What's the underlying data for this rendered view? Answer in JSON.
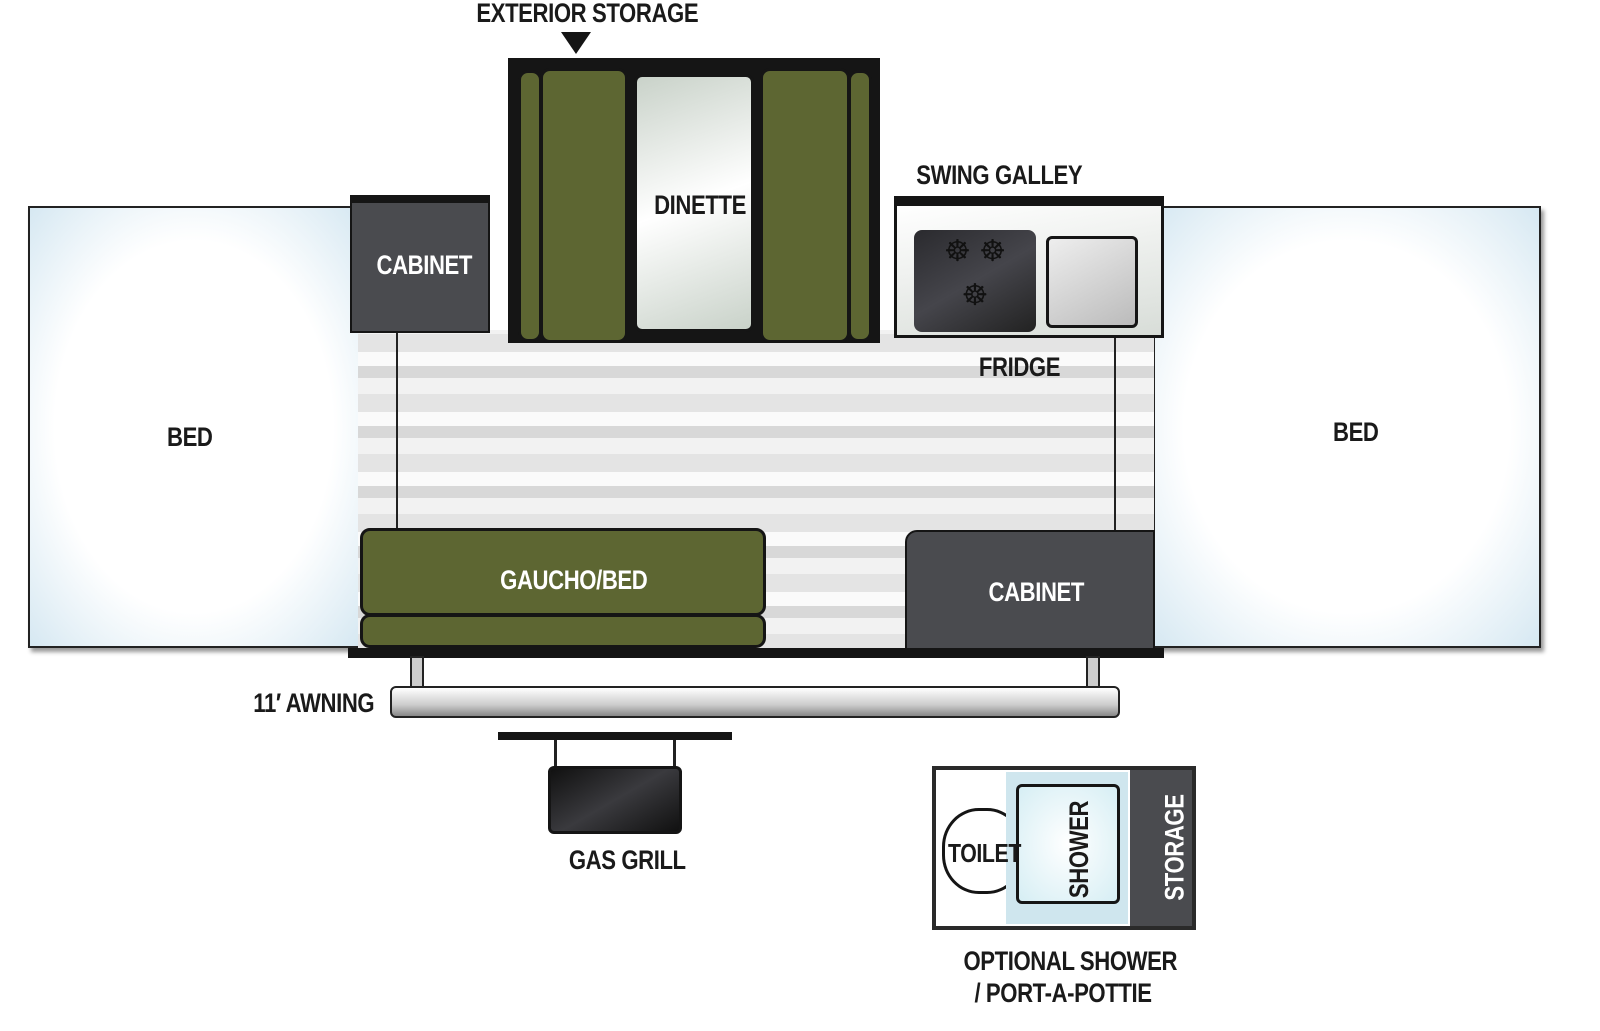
{
  "labels": {
    "exterior_storage": "EXTERIOR STORAGE",
    "dinette": "DINETTE",
    "cabinet_top": "CABINET",
    "swing_galley": "SWING GALLEY",
    "fridge": "FRIDGE",
    "bed_left": "BED",
    "bed_right": "BED",
    "gaucho": "GAUCHO/BED",
    "cabinet_bottom": "CABINET",
    "awning": "11′ AWNING",
    "gas_grill": "GAS GRILL",
    "toilet": "TOILET",
    "shower": "SHOWER",
    "storage": "STORAGE",
    "optional_1": "OPTIONAL SHOWER",
    "optional_2": "/ PORT-A-POTTIE"
  },
  "colors": {
    "olive": "#5d6632",
    "charcoal": "#4a4b4f",
    "bed_tint": "#d6e8f2"
  }
}
